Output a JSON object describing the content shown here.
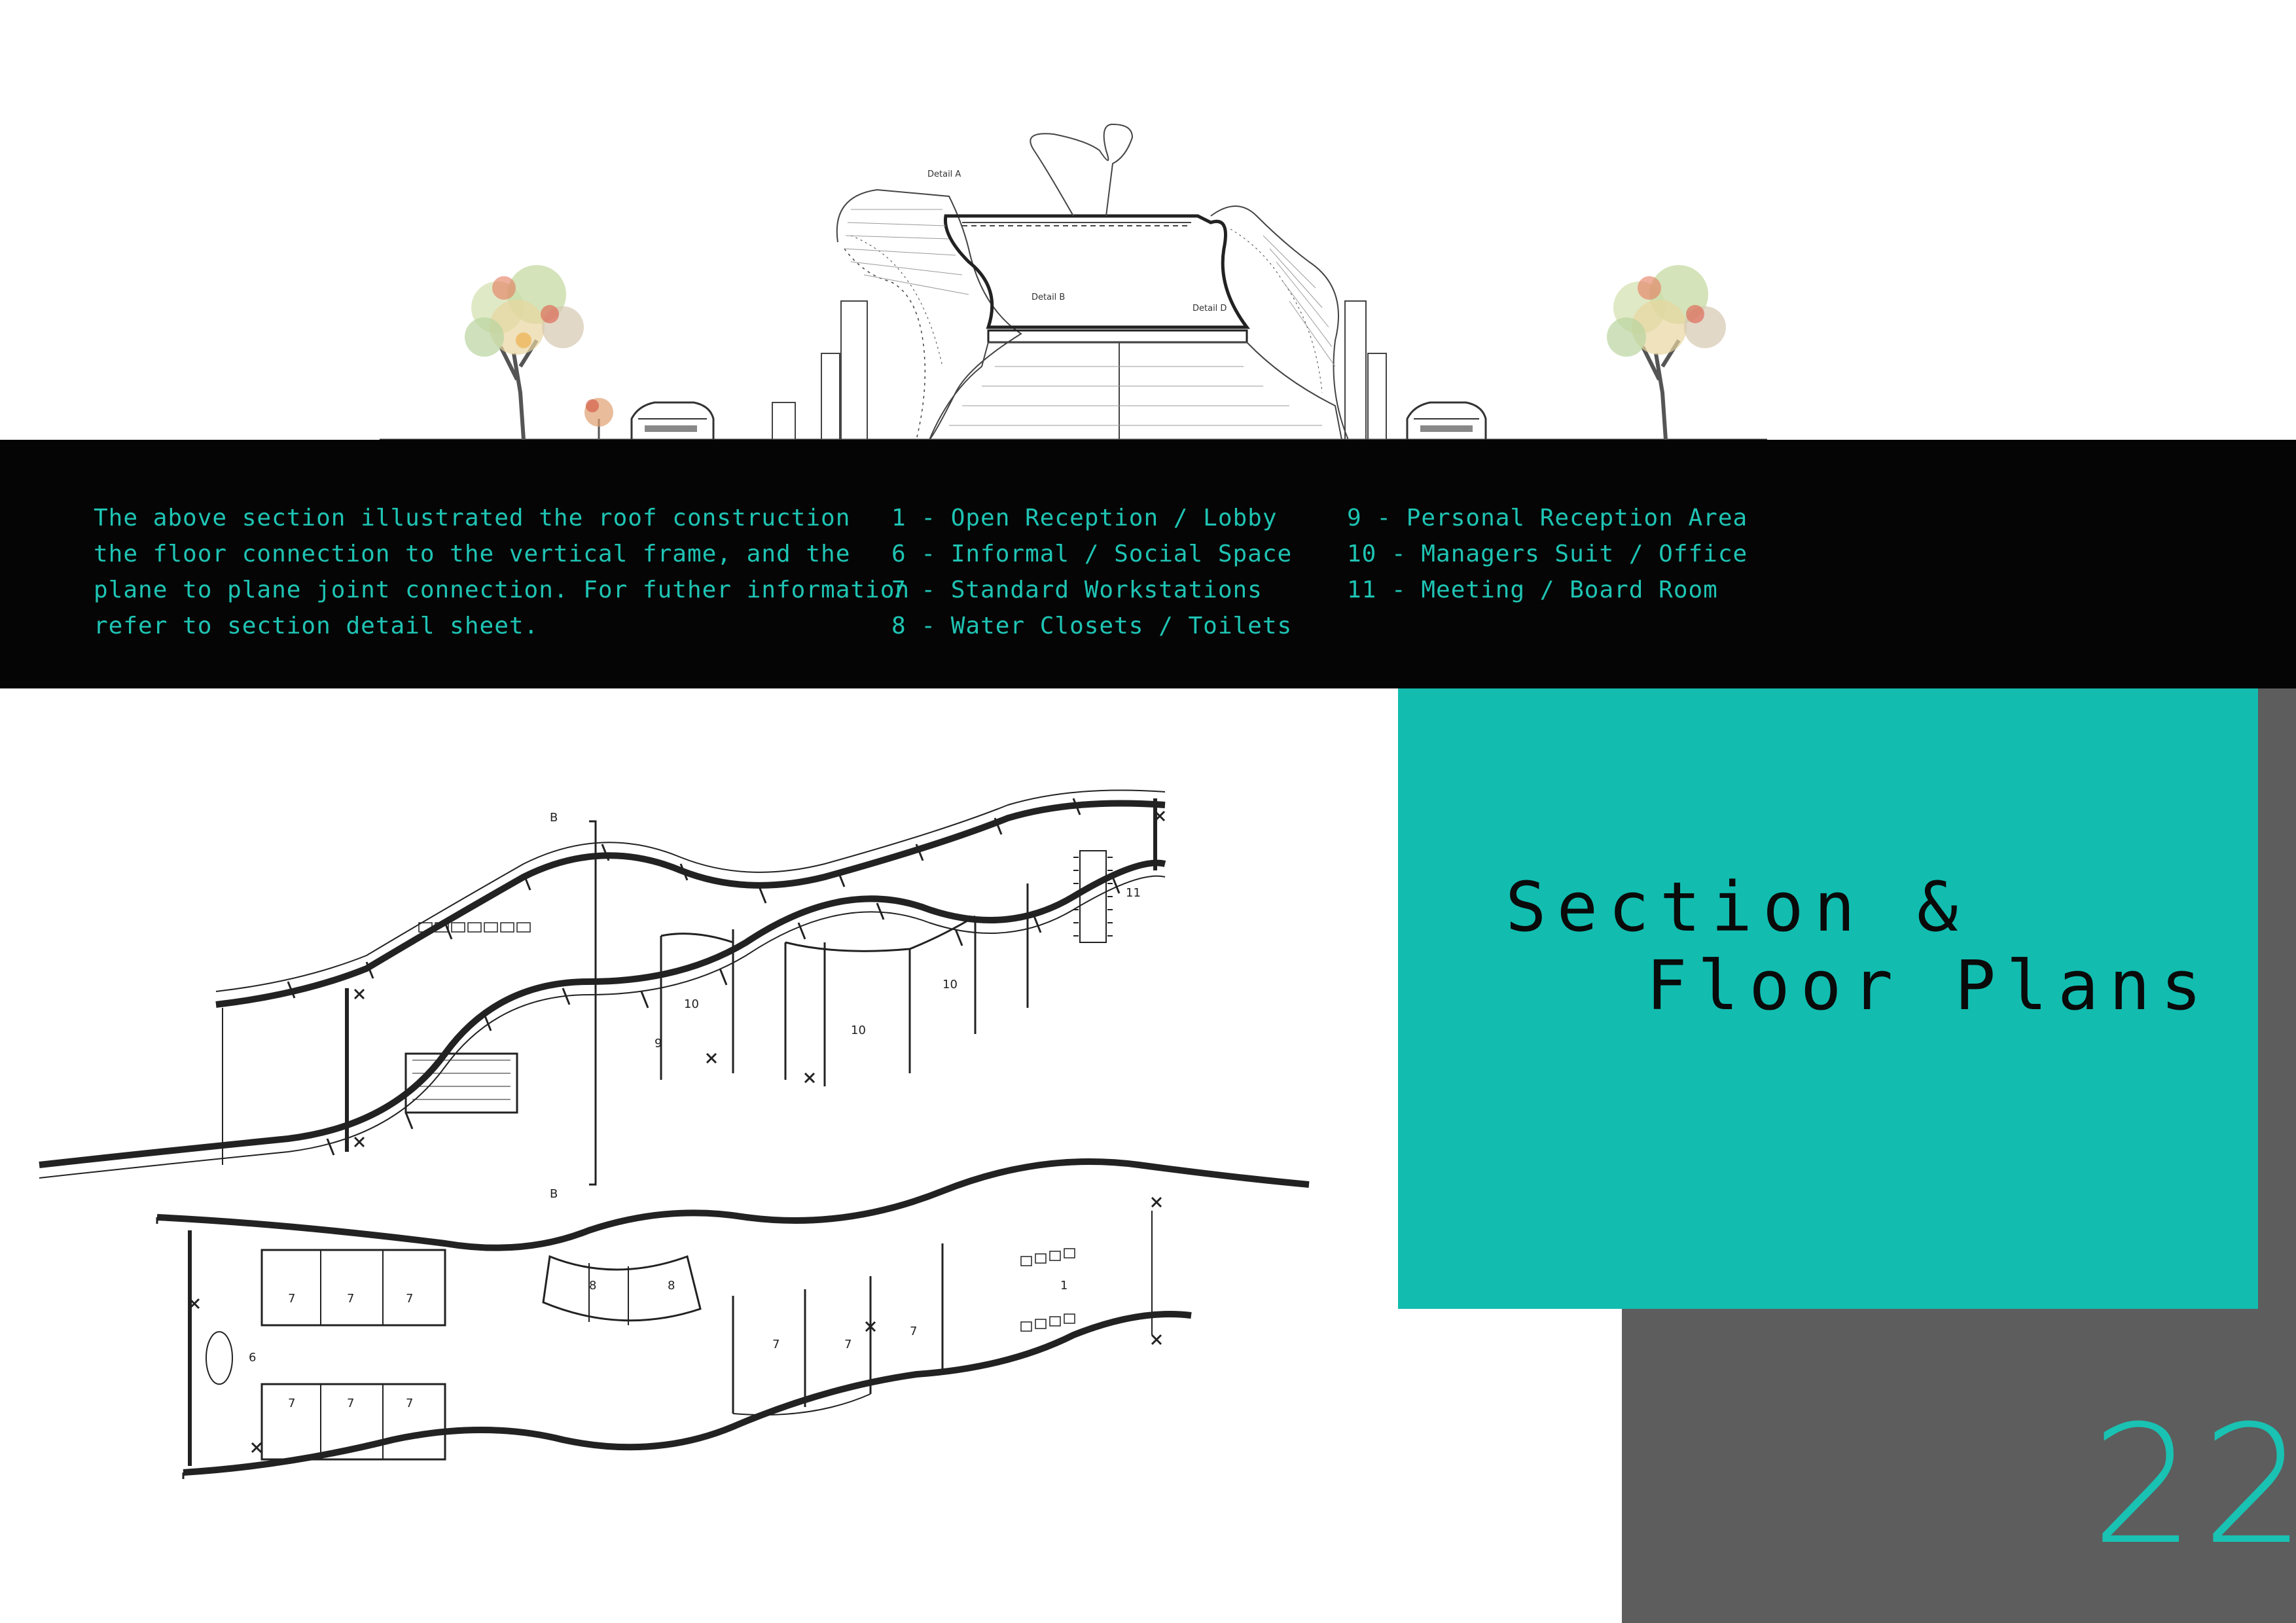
{
  "description": {
    "lines": [
      "The above section illustrated the roof construction",
      "the floor connection to the vertical frame, and the",
      "plane to plane joint connection. For futher information",
      "refer to section detail sheet."
    ]
  },
  "legend": {
    "column1": [
      "1 - Open Reception / Lobby",
      "6 - Informal / Social Space",
      "7 - Standard Workstations",
      "8 - Water Closets / Toilets"
    ],
    "column2": [
      "9 - Personal Reception Area",
      "10 - Managers Suit / Office",
      "11 - Meeting / Board Room"
    ]
  },
  "title": {
    "line1": "Section &",
    "line2": "Floor Plans"
  },
  "page_number": "22",
  "section_labels": {
    "detail_a": "Detail A",
    "detail_b": "Detail B",
    "detail_d": "Detail D"
  },
  "plan_labels": {
    "section_mark": "B",
    "room_11": "11",
    "room_10": "10",
    "room_9": "9",
    "room_8": "8",
    "room_7": "7",
    "room_6": "6",
    "room_1": "1"
  },
  "colors": {
    "accent_teal": "#12bdb0",
    "band_black": "#050505",
    "grey": "#5d5d5d"
  }
}
